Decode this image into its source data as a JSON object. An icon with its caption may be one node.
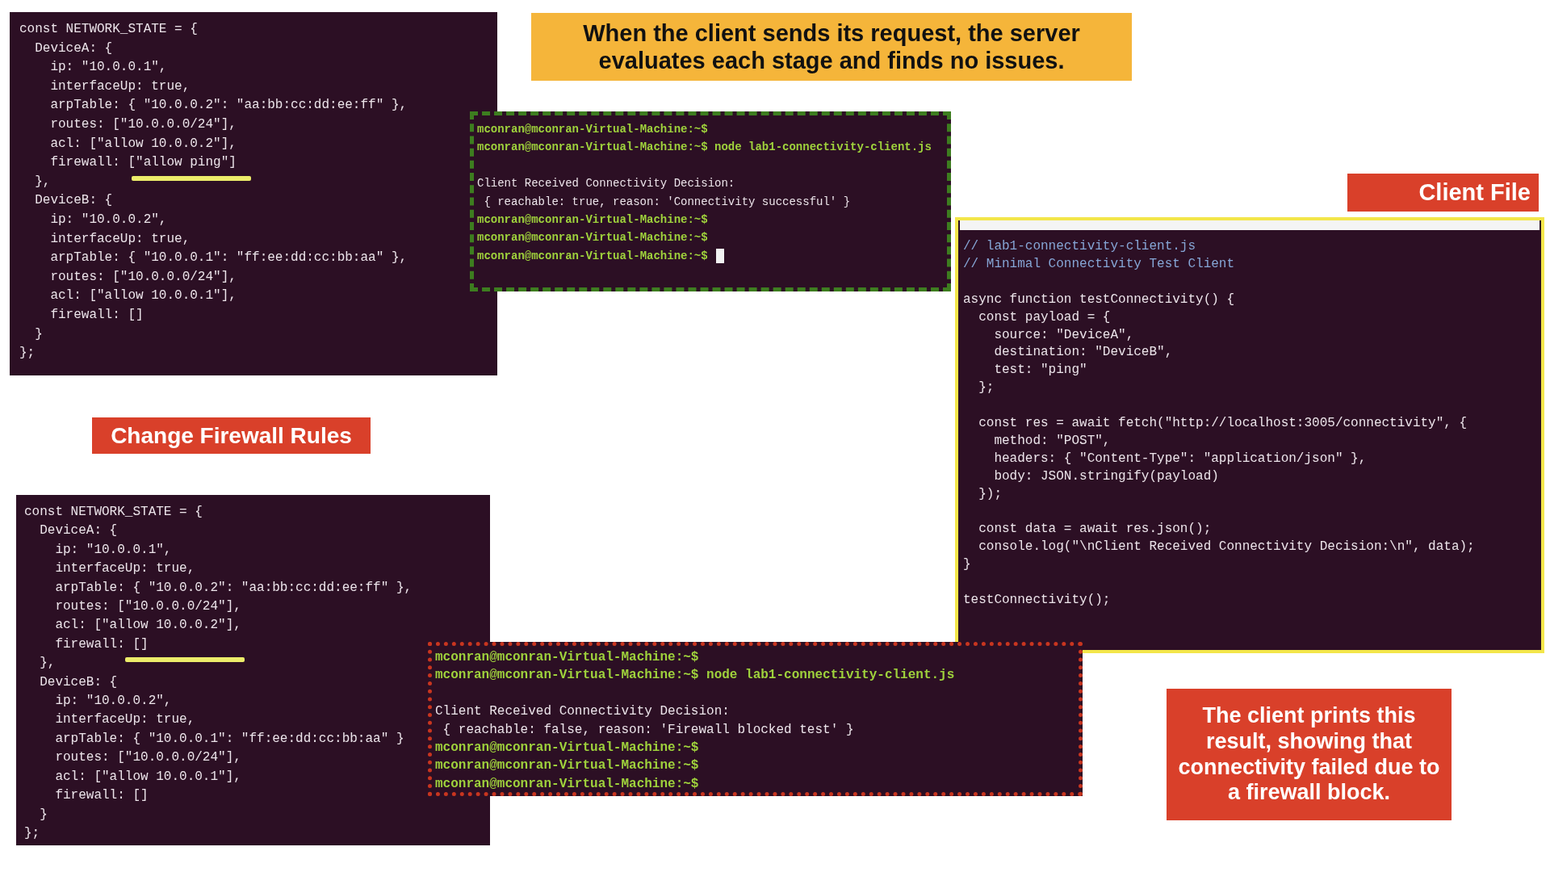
{
  "diagram": {
    "nodes": [
      {
        "text": [
          "const NETWORK_STATE = {",
          "DeviceA: {",
          "ip: \"10.0.0.1\",",
          "interfaceUp: true,",
          "arpTable: { \"10.0.0.2\": \"aa:bb:cc:dd:ee:ff\" },",
          "routes: [\"10.0.0.0/24\"],",
          "acl: [\"allow 10.0.0.2\"],",
          "firewall: [\"allow ping\"]",
          "},",
          "DeviceB: {",
          "ip: \"10.0.0.2\",",
          "interfaceUp: true,",
          "arpTable: { \"10.0.0.1\": \"ff:ee:dd:cc:bb:aa\" },",
          "routes: [\"10.0.0.0/24\"],",
          "acl: [\"allow 10.0.0.1\"],",
          "firewall: []",
          "}",
          "};"
        ]
      },
      {
        "text": [
          "When the client sends its request, the server evaluates each stage and finds no issues."
        ]
      },
      {
        "text": [
          "mconran@mconran-Virtual-Machine:~$",
          "mconran@mconran-Virtual-Machine:~$ node lab1-connectivity-client.js",
          "Client Received Connectivity Decision:",
          "{ reachable: true, reason: 'Connectivity successful' }",
          "mconran@mconran-Virtual-Machine:~$",
          "mconran@mconran-Virtual-Machine:~$",
          "mconran@mconran-Virtual-Machine:~$"
        ]
      },
      {
        "text": [
          "Client File"
        ]
      },
      {
        "text": [
          "// lab1-connectivity-client.js",
          "// Minimal Connectivity Test Client",
          "async function testConnectivity() {",
          "const payload = {",
          "source: \"DeviceA\",",
          "destination: \"DeviceB\",",
          "test: \"ping\"",
          "};",
          "const res = await fetch(\"http://localhost:3005/connectivity\", {",
          "method: \"POST\",",
          "headers: { \"Content-Type\": \"application/json\" },",
          "body: JSON.stringify(payload)",
          "});",
          "const data = await res.json();",
          "console.log(\"\\nClient Received Connectivity Decision:\\n\", data);",
          "}",
          "testConnectivity();"
        ]
      },
      {
        "text": [
          "Change Firewall Rules"
        ]
      },
      {
        "text": [
          "const NETWORK_STATE = {",
          "DeviceA: {",
          "ip: \"10.0.0.1\",",
          "interfaceUp: true,",
          "arpTable: { \"10.0.0.2\": \"aa:bb:cc:dd:ee:ff\" },",
          "routes: [\"10.0.0.0/24\"],",
          "acl: [\"allow 10.0.0.2\"],",
          "firewall: []",
          "},",
          "DeviceB: {",
          "ip: \"10.0.0.2\",",
          "interfaceUp: true,",
          "arpTable: { \"10.0.0.1\": \"ff:ee:dd:cc:bb:aa\" }",
          "routes: [\"10.0.0.0/24\"],",
          "acl: [\"allow 10.0.0.1\"],",
          "firewall: []",
          "}",
          "};"
        ]
      },
      {
        "text": [
          "mconran@mconran-Virtual-Machine:~$",
          "mconran@mconran-Virtual-Machine:~$ node lab1-connectivity-client.js",
          "Client Received Connectivity Decision:",
          "{ reachable: false, reason: 'Firewall blocked test' }",
          "mconran@mconran-Virtual-Machine:~$",
          "mconran@mconran-Virtual-Machine:~$",
          "mconran@mconran-Virtual-Machine:~$"
        ]
      },
      {
        "text": [
          "The client prints this result, showing that connectivity failed due to a firewall block."
        ]
      }
    ]
  }
}
